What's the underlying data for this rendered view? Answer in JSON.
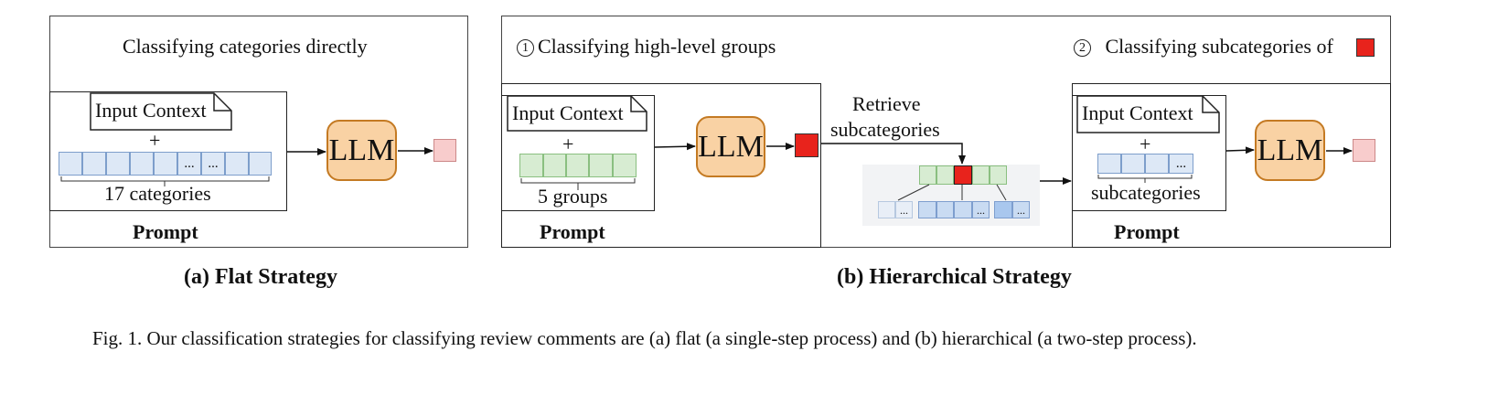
{
  "flat": {
    "title": "Classifying categories directly",
    "input_context": "Input Context",
    "plus": "+",
    "ellipsis": "...",
    "count_label": "17 categories",
    "prompt_label": "Prompt",
    "llm_label": "LLM",
    "caption": "(a) Flat Strategy"
  },
  "hier": {
    "step1_num": "1",
    "step1_title": "Classifying high-level groups",
    "step2_num": "2",
    "step2_title": "Classifying subcategories of",
    "input_context": "Input Context",
    "plus": "+",
    "ellipsis": "...",
    "groups_label": "5  groups",
    "subcategories_label": "subcategories",
    "prompt_label": "Prompt",
    "llm_label": "LLM",
    "retrieve_line1": "Retrieve",
    "retrieve_line2": "subcategories",
    "caption": "(b) Hierarchical Strategy"
  },
  "figure_caption": "Fig. 1.  Our classification strategies for classifying review comments are (a) flat (a single-step process) and (b) hierarchical (a two-step process).",
  "colors": {
    "llm_fill": "#f9d2a4",
    "llm_border": "#c47a23",
    "result_output": "#f8cccc",
    "selected_group": "#e8231c",
    "category_cell": "#dde8f6",
    "group_cell": "#d7ecd2"
  }
}
